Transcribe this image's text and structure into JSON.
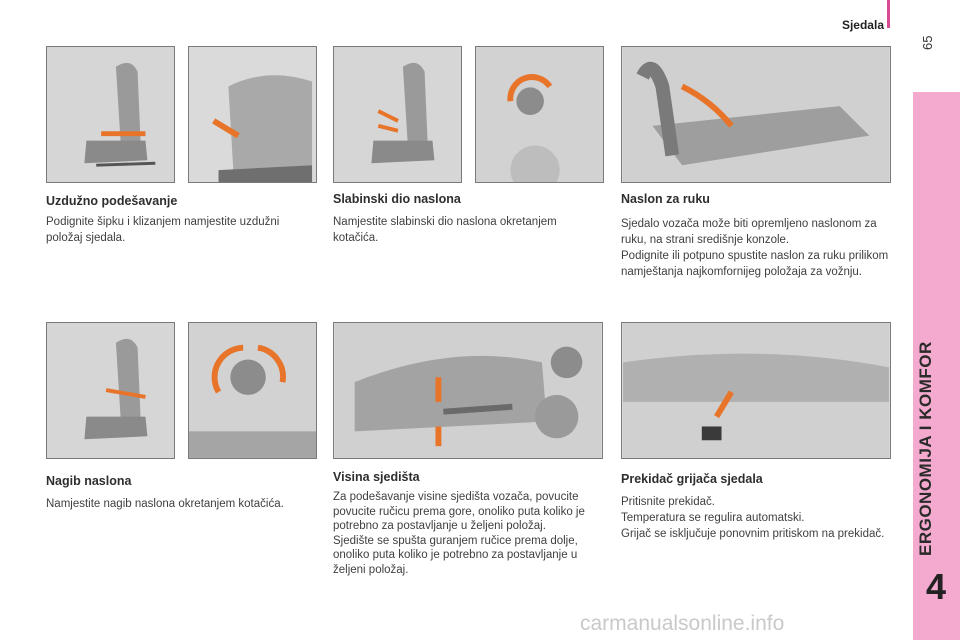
{
  "header": {
    "title": "Sjedala",
    "page_number": "65"
  },
  "side_tab": {
    "label": "ERGONOMIJA I KOMFOR",
    "chapter": "4"
  },
  "watermark": "carmanualsonline.info",
  "sections": [
    {
      "heading": "Uzdužno podešavanje",
      "body": [
        "Podignite šipku i klizanjem namjestite uzdužni položaj sjedala."
      ]
    },
    {
      "heading": "Slabinski dio naslona",
      "body": [
        "Namjestite slabinski dio naslona okretanjem kotačića."
      ]
    },
    {
      "heading": "Naslon za ruku",
      "body": [
        "Sjedalo vozača može biti opremljeno naslonom za ruku, na strani središnje konzole.",
        "Podignite ili potpuno spustite naslon za ruku prilikom namještanja najkomfornijeg položaja za vožnju."
      ]
    },
    {
      "heading": "Nagib naslona",
      "body": [
        "Namjestite nagib naslona okretanjem kotačića."
      ]
    },
    {
      "heading": "Visina sjedišta",
      "body": [
        "Za podešavanje visine sjedišta vozača, povucite povucite ručicu prema gore, onoliko puta koliko je potrebno za postavljanje u željeni položaj.",
        "Sjedište se spušta guranjem ručice prema dolje, onoliko puta koliko je potrebno za postavljanje u željeni položaj."
      ]
    },
    {
      "heading": "Prekidač grijača sjedala",
      "body": [
        "Pritisnite prekidač.",
        "Temperatura se regulira automatski.",
        "Grijač se isključuje ponovnim pritiskom na prekidač."
      ]
    }
  ]
}
